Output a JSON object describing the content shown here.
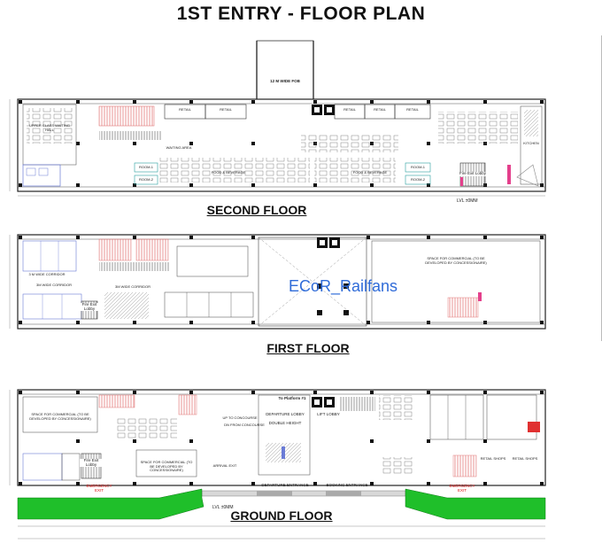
{
  "title": "1ST  ENTRY -  FLOOR PLAN",
  "floors": {
    "second": {
      "label": "SECOND FLOOR",
      "fob_label": "12 M WIDE FOB",
      "retail": [
        "RETAIL",
        "RETAIL",
        "RETAIL",
        "RETAIL",
        "RETAIL"
      ],
      "waiting": "UPPER CLASS WAITING HALL",
      "waiting_area": "WAITING AREA",
      "food": "FOOD & BEVERAGE",
      "rooms": [
        "ROOM-1",
        "ROOM-2",
        "ROOM-1",
        "ROOM-2"
      ],
      "kitchen": "KITCHEN",
      "fire_exit": "Fire Exit Lobby",
      "level": "LVL ±0MM"
    },
    "first": {
      "label": "FIRST FLOOR",
      "corridor_a": "3 M WIDE CORRIDOR",
      "corridor_b": "3M WIDE CORRIDOR",
      "commercial": "SPACE FOR COMMERCIAL (TO BE DEVELOPED BY CONCESSIONAIRE)",
      "fire_exit": "Fire Exit Lobby",
      "watermark": "ECoR_Railfans"
    },
    "ground": {
      "label": "GROUND FLOOR",
      "to_platform": "To Platform #1",
      "departure_lobby": "DEPARTURE LOBBY",
      "double_height": "DOUBLE HEIGHT",
      "lift_lobby": "LIFT LOBBY",
      "up_concourse": "UP TO CONCOURSE",
      "dn_concourse": "DN FROM CONCOURSE",
      "commercial_left": "SPACE FOR COMMERCIAL (TO BE DEVELOPED BY CONCESSIONAIRE)",
      "commercial_mid": "SPACE FOR COMMERCIAL (TO BE DEVELOPED BY CONCESSIONAIRE)",
      "arrival_exit": "ARRIVAL EXIT",
      "fire_exit": "Fire Exit Lobby",
      "emergency_left": "EMERGENCY EXIT",
      "emergency_right": "EMERGENCY EXIT",
      "departure_entrance": "DEPARTURE ENTRANCE",
      "booking_entrance": "BOOKING ENTRANCE",
      "retail_shops": [
        "RETAIL SHOPS",
        "RETAIL SHOPS"
      ],
      "level": "LVL ±0MM"
    }
  },
  "colors": {
    "green": "#1fbf2a",
    "red": "#d11111",
    "stair": "#e27a7a",
    "blue_mark": "#2f6bd8"
  }
}
